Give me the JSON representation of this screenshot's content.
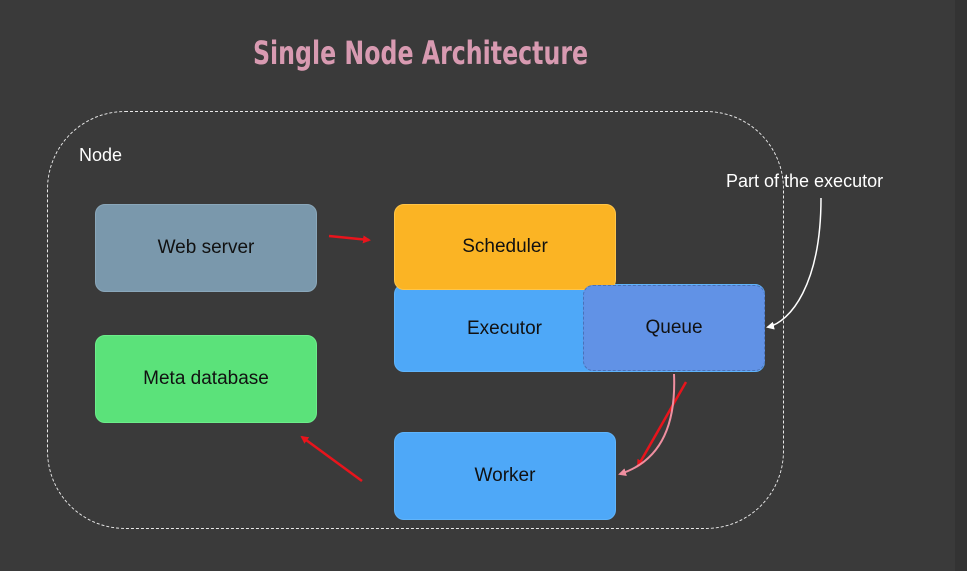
{
  "title": "Single Node Architecture",
  "node": {
    "label": "Node"
  },
  "boxes": {
    "web_server": "Web server",
    "meta_database": "Meta database",
    "scheduler": "Scheduler",
    "executor": "Executor",
    "queue": "Queue",
    "worker": "Worker"
  },
  "annotation": "Part of the executor",
  "colors": {
    "background": "#3a3a3a",
    "title": "#d89ab1",
    "web_server": "#7a98ac",
    "meta_database": "#5be27a",
    "scheduler": "#fbb424",
    "executor": "#4ea8f8",
    "queue": "#6192e6",
    "worker": "#4ea8f8",
    "arrow_red": "#e8141c",
    "arrow_pink": "#ef8fa0"
  }
}
